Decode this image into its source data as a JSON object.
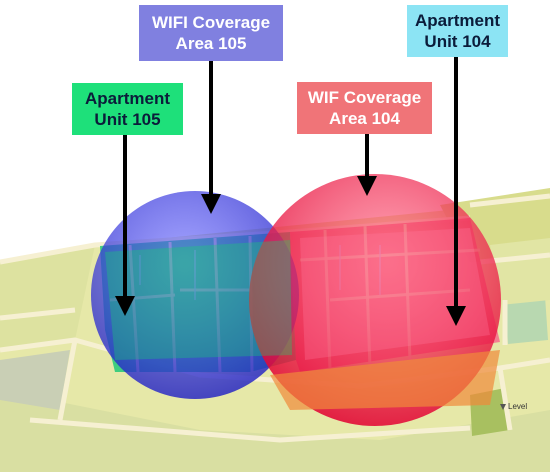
{
  "callouts": {
    "wifi_105": {
      "line1": "WIFI Coverage",
      "line2": "Area 105",
      "color": "#8080e0"
    },
    "apartment_105": {
      "line1": "Apartment",
      "line2": "Unit 105",
      "color": "#1ee07a"
    },
    "wif_104": {
      "line1": "WIF Coverage",
      "line2": "Area 104",
      "color": "#f07478"
    },
    "apartment_104": {
      "line1": "Apartment",
      "line2": "Unit 104",
      "color": "#8ce4f4"
    }
  },
  "coverage_areas": {
    "area_105": {
      "color": "#3d3ddc"
    },
    "area_104": {
      "color": "#f0143c"
    }
  },
  "units": {
    "unit_105": {
      "color": "#1bc873"
    },
    "unit_104": {
      "color": "#f06c8c"
    }
  },
  "scene": {
    "floor_color": "#e8eaa6",
    "wall_color": "#f2e8c4",
    "level_label": "Level"
  }
}
